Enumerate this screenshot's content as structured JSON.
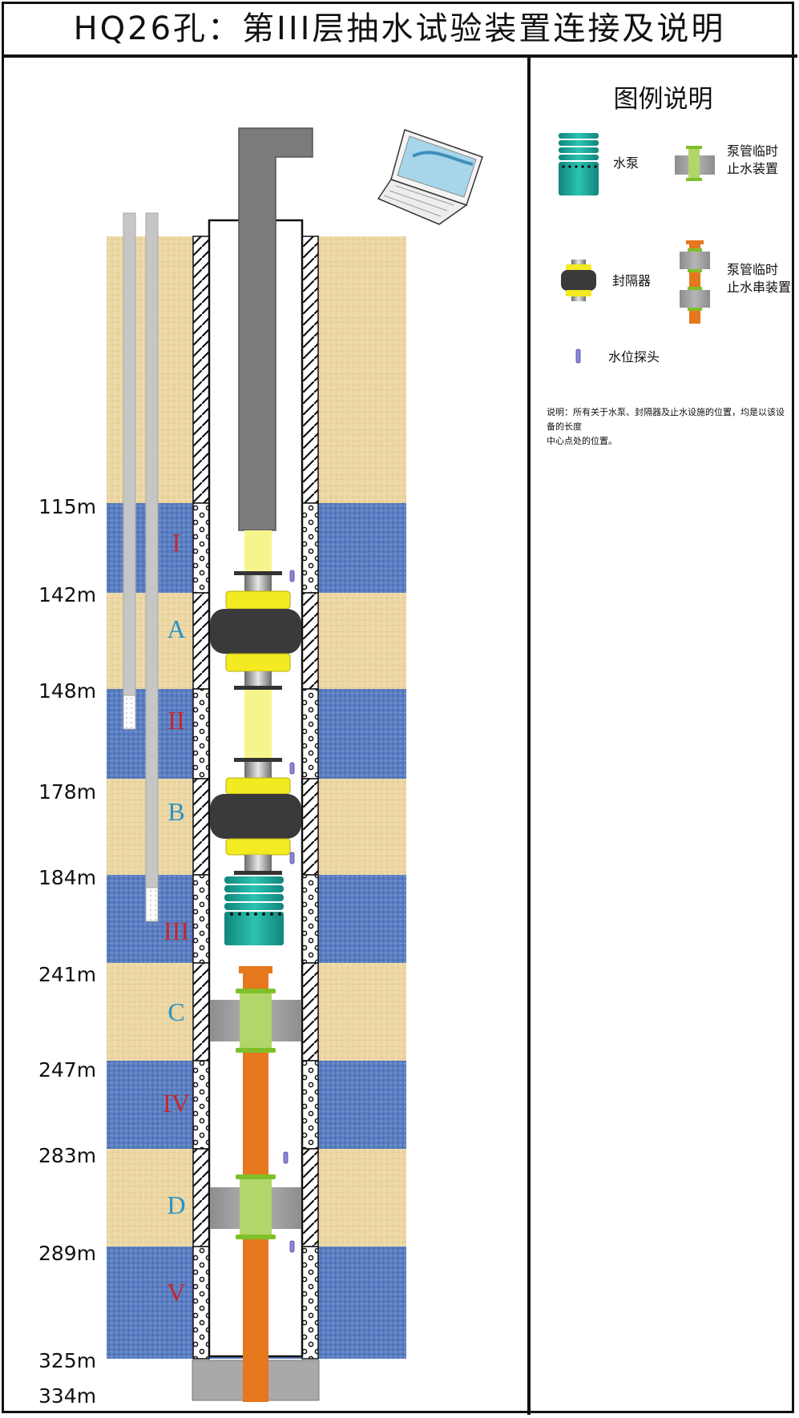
{
  "title": "HQ26孔：第III层抽水试验装置连接及说明",
  "depths": [
    "115m",
    "142m",
    "148m",
    "178m",
    "184m",
    "241m",
    "247m",
    "283m",
    "289m",
    "325m",
    "334m"
  ],
  "aquifers": [
    "I",
    "II",
    "III",
    "IV",
    "V"
  ],
  "aquitards": [
    "A",
    "B",
    "C",
    "D"
  ],
  "legend": {
    "title": "图例说明",
    "pump": "水泵",
    "packer": "封隔器",
    "probe": "水位探头",
    "pipe_seal_1": "泵管临时",
    "pipe_seal_2": "止水装置",
    "pipe_series_1": "泵管临时",
    "pipe_series_2": "止水串装置"
  },
  "note_line1": "说明：所有关于水泵、封隔器及止水设施的位置，均是以该设备的长度",
  "note_line2": "中心点处的位置。",
  "colors": {
    "sand": "#ecd7a4",
    "aquifer": "#5b7fc2",
    "pump": "#1aa596",
    "packer": "#3a3a3a",
    "packer_collar": "#f3ea22",
    "pipe_orange": "#e5771c",
    "seal_green": "#b2d66a",
    "casing_gray": "#7c7c7c",
    "probe": "#8c86d8"
  }
}
